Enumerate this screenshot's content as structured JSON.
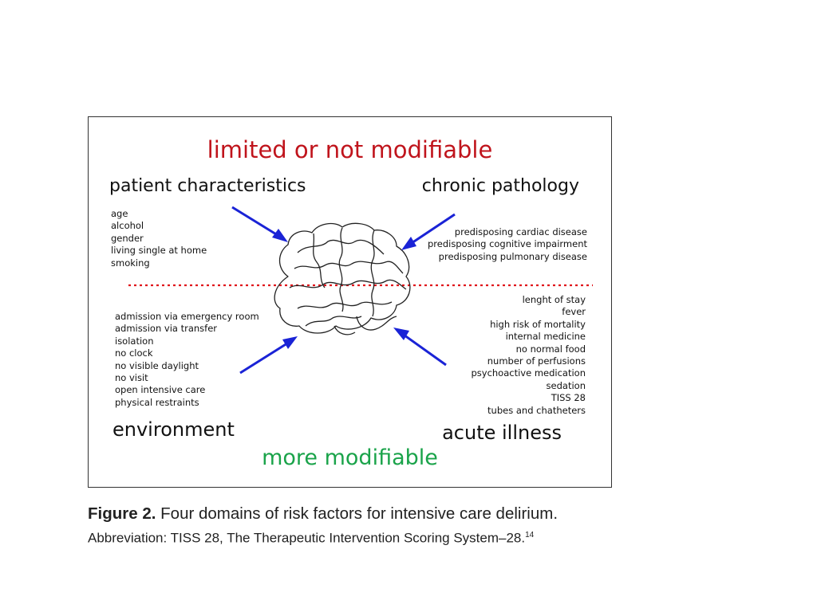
{
  "diagram": {
    "header_top": {
      "text": "limited or not modifiable",
      "color": "#c0141c"
    },
    "header_bottom": {
      "text": "more modifiable",
      "color": "#1aa34a"
    },
    "divider_color": "#e0141c",
    "arrow_color": "#1a23d6",
    "center_image": "brain-icon",
    "domains": {
      "patient_characteristics": {
        "title": "patient characteristics",
        "items": [
          "age",
          "alcohol",
          "gender",
          "living single at home",
          "smoking"
        ]
      },
      "chronic_pathology": {
        "title": "chronic pathology",
        "items": [
          "predisposing cardiac disease",
          "predisposing cognitive impairment",
          "predisposing pulmonary disease"
        ]
      },
      "environment": {
        "title": "environment",
        "items": [
          "admission via emergency room",
          "admission via transfer",
          "isolation",
          "no clock",
          "no visible daylight",
          "no visit",
          "open intensive care",
          "physical restraints"
        ]
      },
      "acute_illness": {
        "title": "acute illness",
        "items": [
          "lenght of stay",
          "fever",
          "high risk of mortality",
          "internal medicine",
          "no normal food",
          "number of perfusions",
          "psychoactive medication",
          "sedation",
          "TISS 28",
          "tubes and chatheters"
        ]
      }
    }
  },
  "caption": {
    "label": "Figure 2.",
    "text": "Four domains of risk factors for intensive care delirium.",
    "abbreviation_line": "Abbreviation: TISS 28, The Therapeutic Intervention Scoring System–28.",
    "reference": "14"
  }
}
